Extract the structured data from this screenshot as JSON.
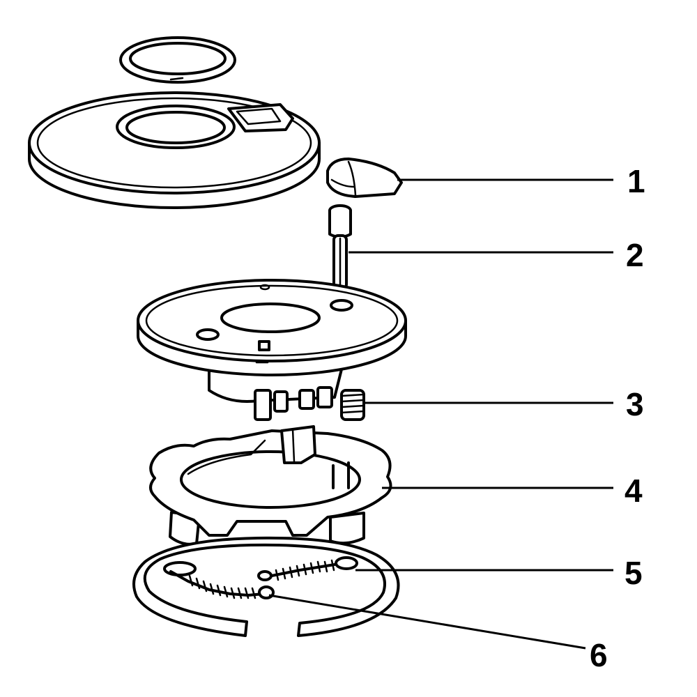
{
  "diagram": {
    "callouts": [
      {
        "label": "1",
        "part": "knob"
      },
      {
        "label": "2",
        "part": "pin"
      },
      {
        "label": "3",
        "part": "small-spring"
      },
      {
        "label": "4",
        "part": "ratchet-disc"
      },
      {
        "label": "5",
        "part": "coil-spring-upper"
      },
      {
        "label": "6",
        "part": "coil-spring-lower"
      }
    ]
  }
}
